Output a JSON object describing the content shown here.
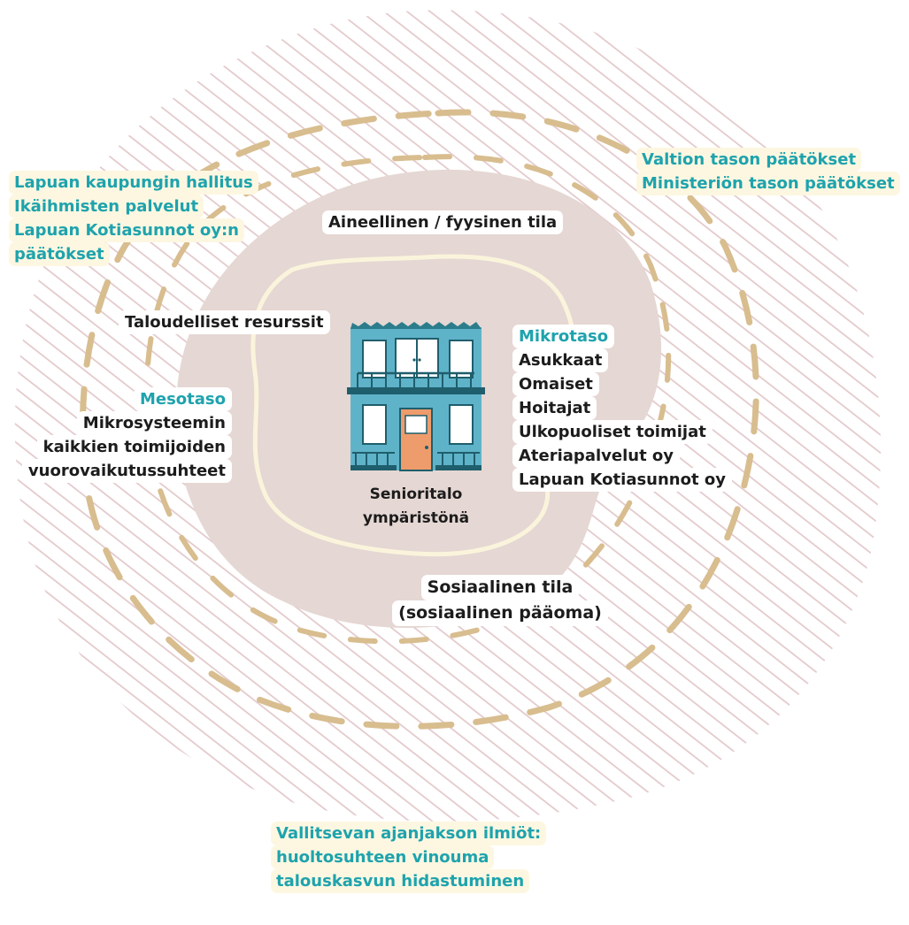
{
  "colors": {
    "hatch": "#e3c9cb",
    "outer_dash": "#d8bd8f",
    "inner_blob": "#e5d7d3",
    "inner_ring": "#fbf4dc",
    "teal_text": "#1ea3ad",
    "dark_text": "#1c1c1c",
    "label_bg": "#fdf7e1",
    "building_blue": "#5fb3c9",
    "building_dark": "#1f5e6c",
    "building_roof": "#2c7d8c",
    "door": "#ee9c6c"
  },
  "icons": {
    "building": "house-icon"
  },
  "labels": {
    "governance": [
      "Lapuan kaupungin hallitus",
      "Ikäihmisten palvelut",
      "Lapuan Kotiasunnot oy:n",
      "päätökset"
    ],
    "state": [
      "Valtion tason päätökset",
      "Ministeriön tason päätökset"
    ],
    "material_space": "Aineellinen / fyysinen tila",
    "economic": "Taloudelliset resurssit",
    "meso_title": "Mesotaso",
    "meso_lines": [
      "Mikrosysteemin",
      "kaikkien toimijoiden",
      "vuorovaikutussuhteet"
    ],
    "micro_title": "Mikrotaso",
    "micro_lines": [
      "Asukkaat",
      "Omaiset",
      "Hoitajat",
      "Ulkopuoliset toimijat",
      "Ateriapalvelut oy",
      "Lapuan Kotiasunnot oy"
    ],
    "center_lines": [
      "Senioritalo",
      "ympäristönä"
    ],
    "social_lines": [
      "Sosiaalinen tila",
      "(sosiaalinen pääoma)"
    ],
    "period_lines": [
      "Vallitsevan ajanjakson ilmiöt:",
      "huoltosuhteen vinouma",
      "talouskasvun hidastuminen"
    ]
  }
}
